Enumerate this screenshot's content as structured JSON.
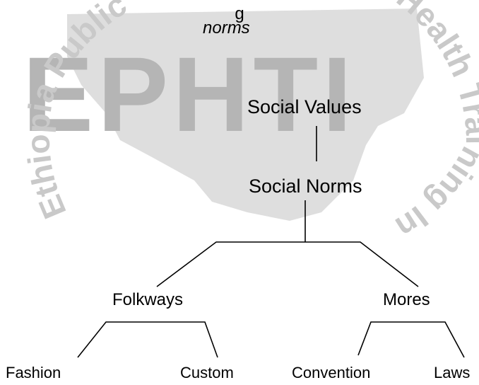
{
  "heading_fragment": "g",
  "caption": "norms",
  "watermark": {
    "logo_text": "EPHTI",
    "ring_text": "Ethiopia Public Health Training Initiative",
    "logo_color": "#b5b5b5",
    "ring_color": "#c9c9c9",
    "map_color": "#dedede"
  },
  "hierarchy": {
    "root": "Social Values",
    "child": "Social Norms",
    "branches": [
      {
        "label": "Folkways",
        "children": [
          "Fashion",
          "Custom"
        ]
      },
      {
        "label": "Mores",
        "children": [
          "Convention",
          "Laws"
        ]
      }
    ]
  }
}
